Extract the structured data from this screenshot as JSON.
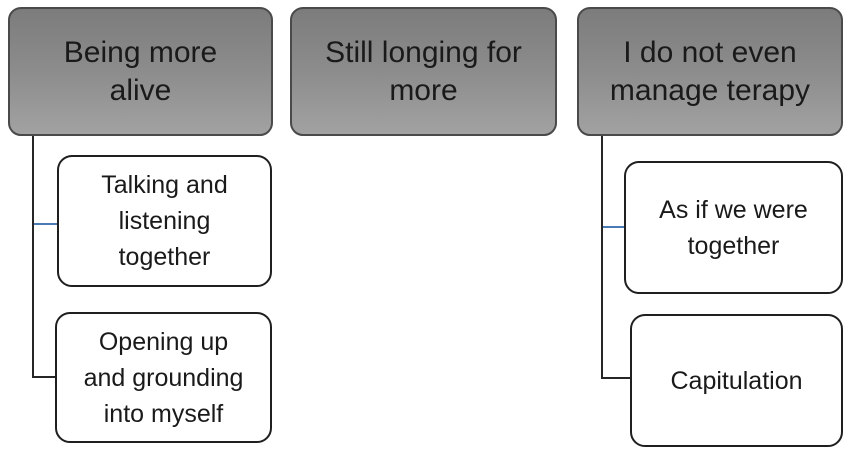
{
  "diagram": {
    "type": "hierarchy",
    "background": "#ffffff",
    "colors": {
      "parent_fill_top": "#7c7c7c",
      "parent_fill_bottom": "#a2a2a2",
      "parent_border": "#4a4a4a",
      "child_fill": "#ffffff",
      "child_border": "#1f1f1f",
      "text": "#1a1a1a",
      "connector_dark": "#262626",
      "connector_blue": "#4a7ab5"
    },
    "columns": [
      {
        "parent": {
          "label": "Being more\nalive"
        },
        "children": [
          {
            "label": "Talking and\nlistening\ntogether"
          },
          {
            "label": "Opening up\nand grounding\ninto myself"
          }
        ]
      },
      {
        "parent": {
          "label": "Still longing for\nmore"
        },
        "children": []
      },
      {
        "parent": {
          "label": "I do not even\nmanage terapy"
        },
        "children": [
          {
            "label": "As if we were\ntogether"
          },
          {
            "label": "Capitulation"
          }
        ]
      }
    ]
  }
}
